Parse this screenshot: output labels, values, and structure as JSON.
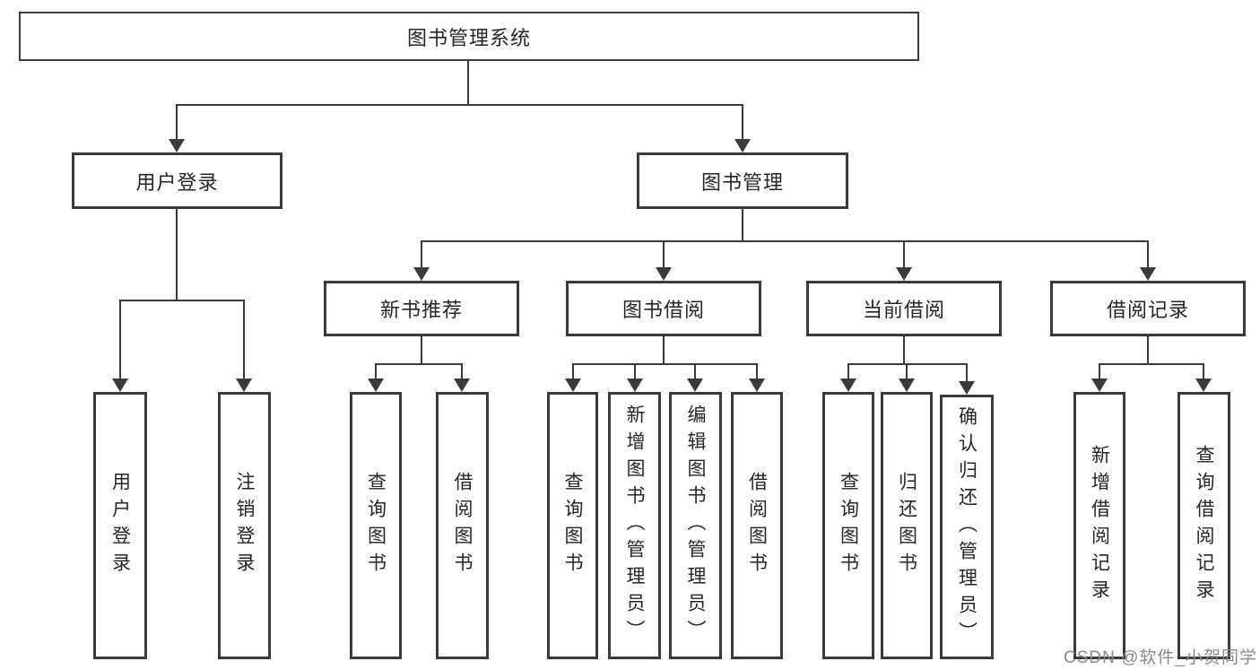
{
  "colors": {
    "line": "#3a3a3a",
    "box_border": "#3a3a3a",
    "text": "#262626",
    "background": "#ffffff",
    "watermark_text": "#918888"
  },
  "nodes": {
    "root": {
      "label": "图书管理系统"
    },
    "user_login": {
      "label": "用户登录"
    },
    "book_mgmt": {
      "label": "图书管理"
    },
    "new_book": {
      "label": "新书推荐"
    },
    "book_borrow": {
      "label": "图书借阅"
    },
    "current_borrow": {
      "label": "当前借阅"
    },
    "borrow_record": {
      "label": "借阅记录"
    },
    "leaf_user_login": {
      "label": "用户登录"
    },
    "leaf_logout": {
      "label": "注销登录"
    },
    "leaf_nb_query": {
      "label": "查询图书"
    },
    "leaf_nb_borrow": {
      "label": "借阅图书"
    },
    "leaf_bb_query": {
      "label": "查询图书"
    },
    "leaf_bb_add": {
      "label": "新增图书（管理员）"
    },
    "leaf_bb_edit": {
      "label": "编辑图书（管理员）"
    },
    "leaf_bb_borrow": {
      "label": "借阅图书"
    },
    "leaf_cb_query": {
      "label": "查询图书"
    },
    "leaf_cb_return": {
      "label": "归还图书"
    },
    "leaf_cb_confirm": {
      "label": "确认归还（管理员）"
    },
    "leaf_br_add": {
      "label": "新增借阅记录"
    },
    "leaf_br_query": {
      "label": "查询借阅记录"
    }
  },
  "watermark": "CSDN @软件_小贺同学"
}
